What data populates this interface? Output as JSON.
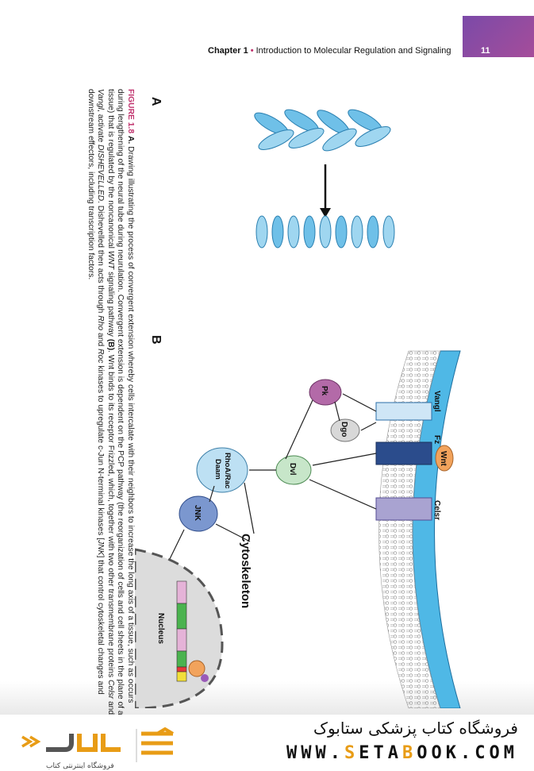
{
  "header": {
    "chapter_label": "Chapter 1",
    "separator": "•",
    "chapter_title": "Introduction to Molecular Regulation and Signaling",
    "page_number": "11"
  },
  "figure": {
    "panel_a_label": "A",
    "panel_b_label": "B",
    "labels": {
      "vangl": "Vangl",
      "fz": "Fz",
      "wnt": "Wnt",
      "celsr": "Celsr",
      "pk": "Pk",
      "dgo": "Dgo",
      "dvl": "Dvl",
      "rho_line1": "RhoA/Rac",
      "rho_line2": "Daam",
      "jnk": "JNK",
      "cytoskeleton": "Cytoskeleton",
      "nucleus": "Nucleus"
    },
    "colors": {
      "membrane_blue": "#4fb8e6",
      "celsr_purple": "#a9a3d1",
      "fz_navy": "#2b4c8c",
      "wnt_orange": "#f2a35c",
      "pk_purple": "#b36aa8",
      "dgo_gray": "#d8d8d8",
      "dvl_green": "#c7e6c9",
      "rho_blue": "#bde0f3",
      "jnk_blue": "#7b97cf",
      "nucleus_gray": "#dcdcdc"
    }
  },
  "caption": {
    "figure_label": "FIGURE 1.8",
    "text_a_label": "A.",
    "text_1": " Drawing illustrating the process of convergent extension whereby cells intercalate with their neighbors to increase the long axis of a tissue, such as occurs during lengthening of the neural tube during neurulation. Convergent extension is dependent on the PCP pathway (the reorganization of cells and cell sheets in the plane of a tissue) that is regulated by the noncanonical ",
    "italic_1": "WNT",
    "text_2": " signaling pathway ",
    "text_b_label": "(B)",
    "text_3": ". Wnt binds to its receptor Frizzled, which, together with two other transmembrane proteins ",
    "italic_2": "Celsr",
    "text_4": " and ",
    "italic_3": "Vangl",
    "text_5": ", activate ",
    "italic_4": "DISHEVELLED",
    "text_6": ". Dishevelled then acts through ",
    "italic_5": "Rho",
    "text_7": " and ",
    "italic_6": "Roc",
    "text_8": " kinases to upregulate c-Jun N-terminal kinases [",
    "italic_7": "JNK",
    "text_9": "] that control cytoskeletal changes and downstream effectors, including transcription factors."
  },
  "footer": {
    "persian_title": "فروشگاه کتاب پزشکی ستابوک",
    "site_pre": "WWW.",
    "site_hl": "S",
    "site_mid": "ETA",
    "site_hl2": "B",
    "site_post": "OOK.COM",
    "brand_subtitle": "فروشگاه اینترنتی کتاب"
  }
}
